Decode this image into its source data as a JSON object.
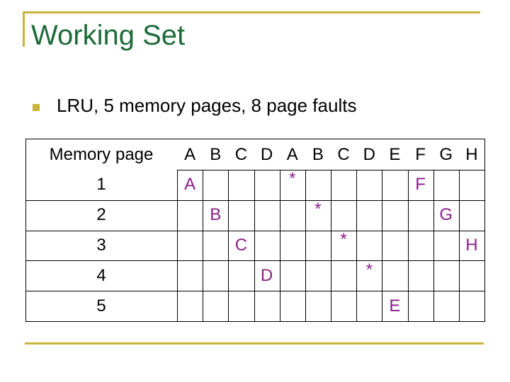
{
  "slide": {
    "title": "Working Set",
    "bullet": "LRU, 5 memory pages, 8 page faults"
  },
  "table": {
    "header_label": "Memory page",
    "columns": [
      "A",
      "B",
      "C",
      "D",
      "A",
      "B",
      "C",
      "D",
      "E",
      "F",
      "G",
      "H"
    ],
    "rows": [
      {
        "label": "1",
        "cells": [
          "A",
          "",
          "",
          "",
          "*",
          "",
          "",
          "",
          "",
          "F",
          "",
          ""
        ]
      },
      {
        "label": "2",
        "cells": [
          "",
          "B",
          "",
          "",
          "",
          "*",
          "",
          "",
          "",
          "",
          "G",
          ""
        ]
      },
      {
        "label": "3",
        "cells": [
          "",
          "",
          "C",
          "",
          "",
          "",
          "*",
          "",
          "",
          "",
          "",
          "H"
        ]
      },
      {
        "label": "4",
        "cells": [
          "",
          "",
          "",
          "D",
          "",
          "",
          "",
          "*",
          "",
          "",
          "",
          ""
        ]
      },
      {
        "label": "5",
        "cells": [
          "",
          "",
          "",
          "",
          "",
          "",
          "",
          "",
          "E",
          "",
          "",
          ""
        ]
      }
    ]
  },
  "colors": {
    "title": "#1e6b3a",
    "accent": "#c8b43c",
    "cell_text": "#8a1f8a"
  }
}
